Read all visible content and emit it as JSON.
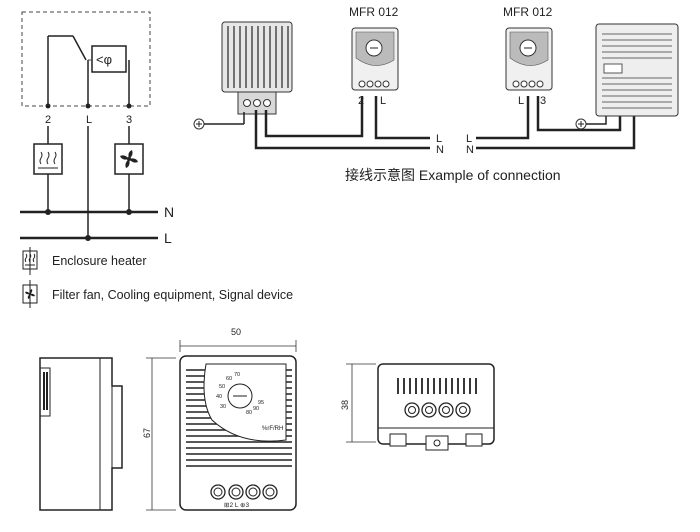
{
  "schematic": {
    "terminal_2": "2",
    "terminal_L": "L",
    "terminal_3": "3",
    "hygro_symbol": "<φ",
    "bus_N": "N",
    "bus_L": "L"
  },
  "legend": {
    "heater": "Enclosure heater",
    "fan": "Filter fan, Cooling equipment, Signal device"
  },
  "connection": {
    "device_left_label": "MFR 012",
    "device_right_label": "MFR 012",
    "left_terminal_2": "2",
    "left_terminal_L": "L",
    "right_terminal_L": "L",
    "right_terminal_3": "3",
    "left_line_L": "L",
    "left_line_N": "N",
    "right_line_L": "L",
    "right_line_N": "N",
    "caption": "接线示意图 Example of connection"
  },
  "dimensions": {
    "width": "50",
    "height": "67",
    "depth": "38",
    "brand_mark": "%rF/RH",
    "terminals": "⊞2   L   ⊕3",
    "dial_scale": [
      "30",
      "40",
      "50",
      "60",
      "70",
      "80",
      "90",
      "95"
    ]
  }
}
